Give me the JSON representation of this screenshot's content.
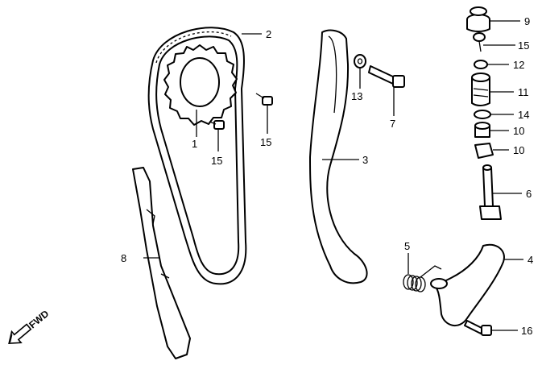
{
  "diagram": {
    "callouts": [
      "1",
      "2",
      "3",
      "4",
      "5",
      "6",
      "7",
      "8",
      "9",
      "10",
      "10",
      "11",
      "12",
      "13",
      "14",
      "15",
      "15",
      "15",
      "16"
    ],
    "parts": [
      "sprocket",
      "cam-chain",
      "chain-guide-rear",
      "tensioner-arm",
      "tensioner-spring",
      "tensioner-pushrod",
      "bolt",
      "chain-guide-front",
      "tensioner-cap",
      "rubber-bushing",
      "tensioner-body",
      "washer",
      "washer",
      "o-ring",
      "bolt",
      "bolt"
    ],
    "direction_label": "FWD"
  }
}
